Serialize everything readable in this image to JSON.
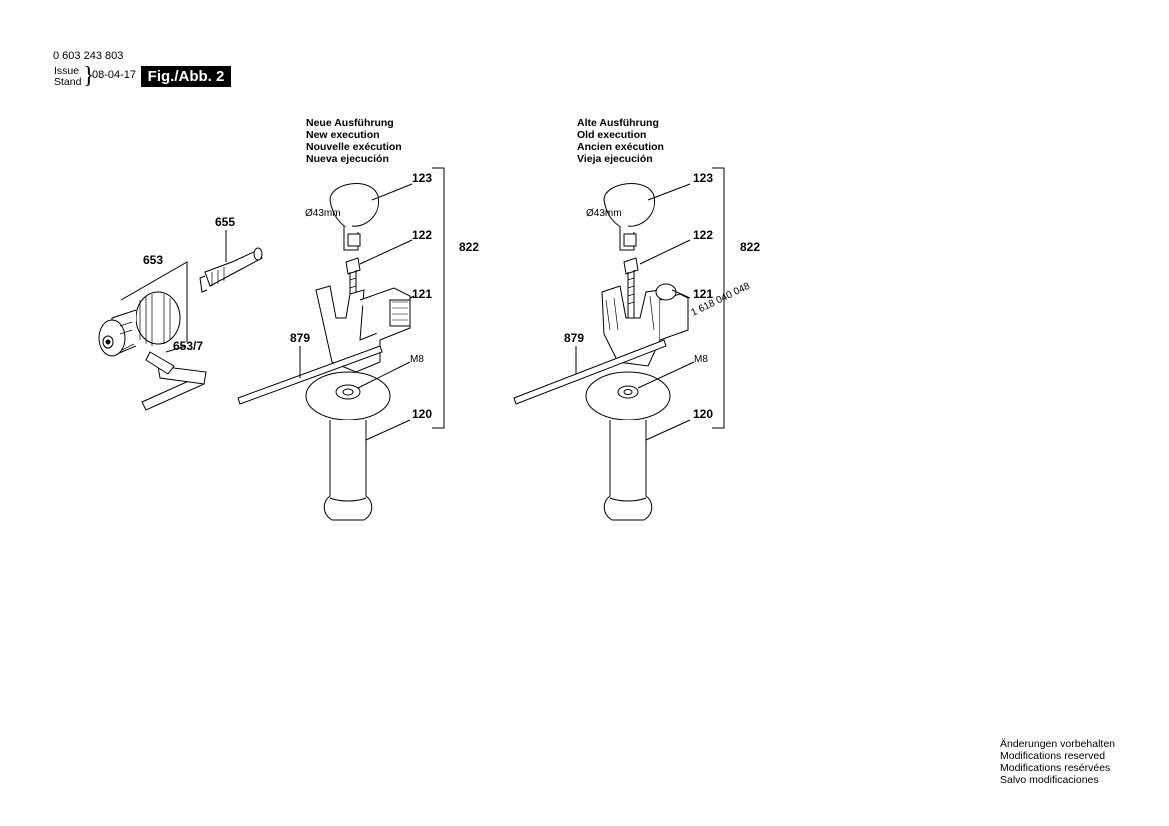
{
  "header": {
    "part_number": "0 603 243 803",
    "issue_label": "Issue",
    "stand_label": "Stand",
    "date": "08-04-17",
    "figure": "Fig./Abb. 2"
  },
  "new_variant": {
    "title_de": "Neue Ausführung",
    "title_en": "New execution",
    "title_fr": "Nouvelle exécution",
    "title_es": "Nueva ejecución"
  },
  "old_variant": {
    "title_de": "Alte Ausführung",
    "title_en": "Old execution",
    "title_fr": "Ancien exécution",
    "title_es": "Vieja ejecución"
  },
  "parts": {
    "p653": "653",
    "p655": "655",
    "p653_7": "653/7",
    "p879": "879",
    "p123": "123",
    "p122": "122",
    "p121": "121",
    "p120": "120",
    "p822": "822",
    "m8": "M8",
    "diameter": "Ø43mm",
    "old_121_partno": "1 618 040 048"
  },
  "footer": {
    "de": "Änderungen vorbehalten",
    "en": "Modifications reserved",
    "fr": "Modifications resérvées",
    "es": "Salvo modificaciones"
  }
}
